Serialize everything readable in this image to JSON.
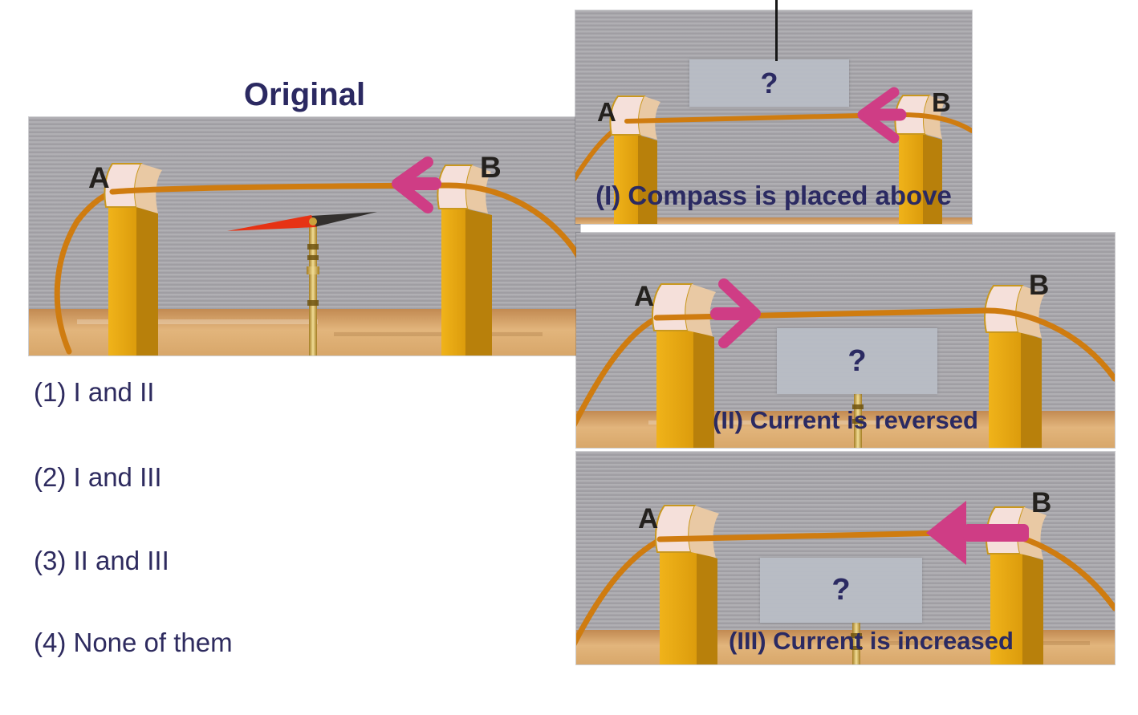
{
  "original": {
    "title": "Original",
    "label_a": "A",
    "label_b": "B"
  },
  "scenario_1": {
    "caption": "(I) Compass is placed above",
    "hidden_answer": "?",
    "label_a": "A",
    "label_b": "B"
  },
  "scenario_2": {
    "caption": "(II) Current is reversed",
    "hidden_answer": "?",
    "label_a": "A",
    "label_b": "B"
  },
  "scenario_3": {
    "caption": "(III) Current is increased",
    "hidden_answer": "?",
    "label_a": "A",
    "label_b": "B"
  },
  "quiz": {
    "options": [
      {
        "label": "(1) I and II"
      },
      {
        "label": "(2) I and III"
      },
      {
        "label": "(3) II and III"
      },
      {
        "label": "(4) None of them"
      }
    ]
  },
  "colors": {
    "text_navy": "#2b2a62",
    "options_navy": "#2e2b5f",
    "arrow_pink": "#cf3d85",
    "wire_orange": "#cf7c10",
    "post_gold_front": "#e7a90f",
    "post_gold_side": "#b8800b",
    "clamp_pink_white": "#f5e0da",
    "photo_background_gray": "#a8a7ac",
    "wood_tan": "#d8a76a",
    "answer_box_gray": "#b8bcc5",
    "needle_red": "#e63214",
    "needle_black": "#33302e",
    "stand_brass": "#d9b456"
  }
}
